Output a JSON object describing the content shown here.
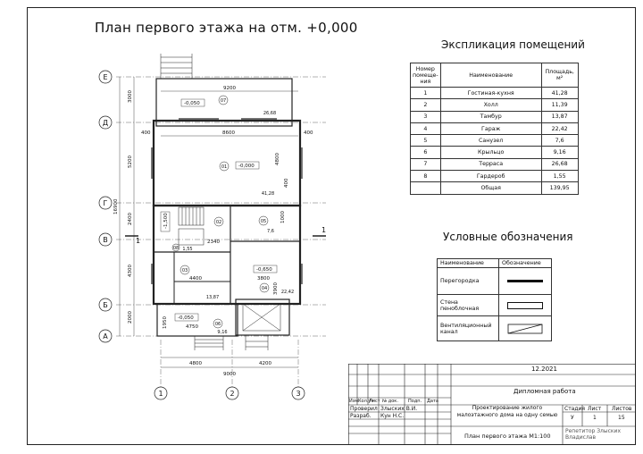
{
  "plan": {
    "title": "План первого этажа на отм. +0,000",
    "axes_letters": [
      "Е",
      "Д",
      "Г",
      "В",
      "Б",
      "А"
    ],
    "axes_numbers": [
      "1",
      "2",
      "3"
    ],
    "dims_left": [
      "3000",
      "5200",
      "2400",
      "4300",
      "2000",
      "16900"
    ],
    "dims_bottom": [
      "4800",
      "4200",
      "9000"
    ],
    "dims_inner": [
      "9200",
      "8600",
      "400",
      "400",
      "4800",
      "400",
      "1000",
      "4400",
      "3800",
      "4750",
      "2340",
      "1950",
      "3900"
    ],
    "levels": [
      "-0,050",
      "-0,000",
      "-1,500",
      "-0,650",
      "-0,050"
    ],
    "rooms": [
      {
        "num": "07",
        "area": "26,68"
      },
      {
        "num": "01",
        "area": "41,28"
      },
      {
        "num": "02",
        "area": ""
      },
      {
        "num": "05",
        "area": "7,6"
      },
      {
        "num": "03",
        "area": "13,87"
      },
      {
        "num": "08",
        "area": "1,55"
      },
      {
        "num": "04",
        "area": "22,42"
      },
      {
        "num": "06",
        "area": "9,16"
      }
    ],
    "section_mark": "1"
  },
  "explication": {
    "title": "Экспликация помещений",
    "headers": [
      "Номер помеще-ния",
      "Наименование",
      "Площадь, м²"
    ],
    "rows": [
      [
        "1",
        "Гостиная-кухня",
        "41,28"
      ],
      [
        "2",
        "Холл",
        "11,39"
      ],
      [
        "3",
        "Тамбур",
        "13,87"
      ],
      [
        "4",
        "Гараж",
        "22,42"
      ],
      [
        "5",
        "Санузел",
        "7,6"
      ],
      [
        "6",
        "Крыльцо",
        "9,16"
      ],
      [
        "7",
        "Терраса",
        "26,68"
      ],
      [
        "8",
        "Гардероб",
        "1,55"
      ],
      [
        "",
        "Общая",
        "139,95"
      ]
    ]
  },
  "legend": {
    "title": "Условные обозначения",
    "headers": [
      "Наименование",
      "Обозначение"
    ],
    "rows": [
      "Перегородка",
      "Стена пеноблочная",
      "Вентиляционный канал"
    ]
  },
  "stamp": {
    "date": "12.2021",
    "work": "Дипломная работа",
    "project": "Проектирование жилого малоэтажного дома на одну семью",
    "sheet_title": "План первого этажа М1:100",
    "cols": [
      "Изм.",
      "Кол.уч",
      "Лист",
      "№ док.",
      "Подп.",
      "Дата"
    ],
    "people": [
      [
        "Проверил",
        "Злыских В.И."
      ],
      [
        "Разраб.",
        "Кун Н.С."
      ]
    ],
    "stage_h": [
      "Стадия",
      "Лист",
      "Листов"
    ],
    "stage_v": [
      "У",
      "1",
      "15"
    ],
    "watermark": "Репетитор Злыских Владислав"
  }
}
